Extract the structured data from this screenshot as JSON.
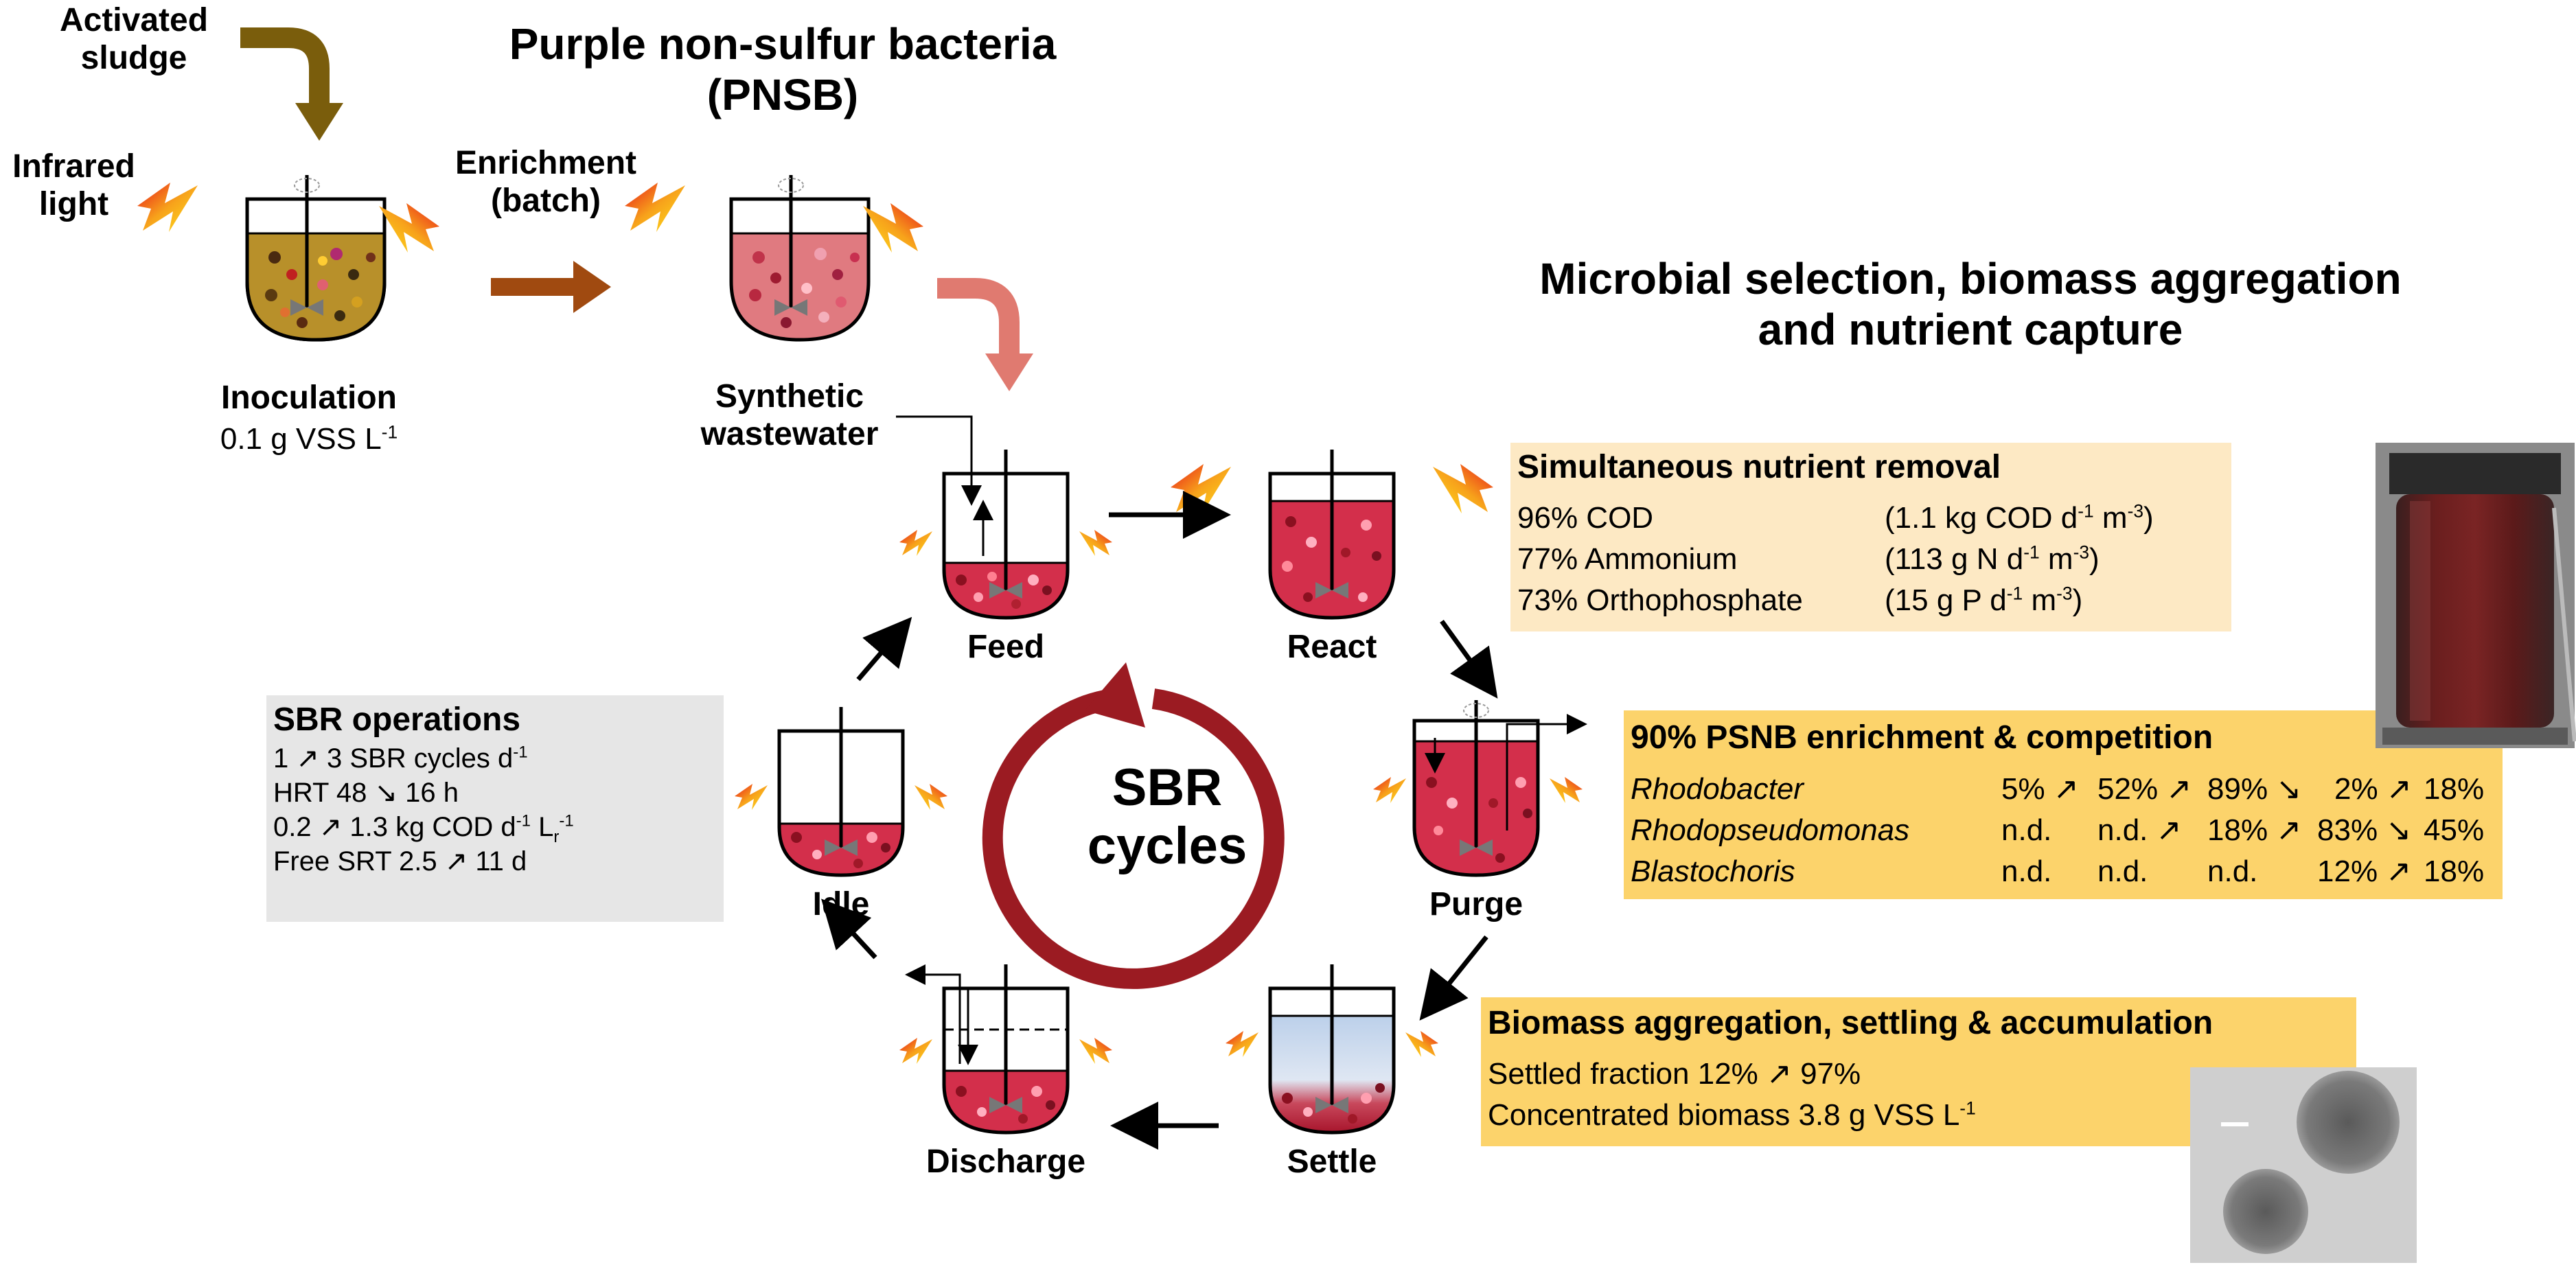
{
  "top": {
    "activated_sludge_1": "Activated",
    "activated_sludge_2": "sludge",
    "infrared_1": "Infrared",
    "infrared_2": "light",
    "pnsb_title_1": "Purple non-sulfur bacteria",
    "pnsb_title_2": "(PNSB)",
    "enrichment_1": "Enrichment",
    "enrichment_2": "(batch)",
    "inoculation": "Inoculation",
    "inoculation_conc_a": "0.1 g VSS L",
    "inoculation_conc_sup": "-1",
    "synthetic_1": "Synthetic",
    "synthetic_2": "wastewater"
  },
  "microbial_title_1": "Microbial selection, biomass aggregation",
  "microbial_title_2": "and nutrient capture",
  "cycle": {
    "center_1": "SBR",
    "center_2": "cycles",
    "stages": {
      "feed": "Feed",
      "react": "React",
      "purge": "Purge",
      "settle": "Settle",
      "discharge": "Discharge",
      "idle": "Idle"
    }
  },
  "sbr_operations": {
    "title": "SBR operations",
    "line1": "1 ↗ 3 SBR cycles d",
    "line1_sup": "-1",
    "line2": "HRT 48 ↘ 16 h",
    "line3_a": "0.2 ↗ 1.3 kg COD d",
    "line3_sup1": "-1",
    "line3_b": " L",
    "line3_sub": "r",
    "line3_sup2": "-1",
    "line4": "Free SRT 2.5 ↗ 11 d"
  },
  "nutrient_removal": {
    "title": "Simultaneous nutrient removal",
    "rows": [
      {
        "label": "96% COD",
        "rate_a": "(1.1 kg COD d",
        "sup1": "-1",
        "rate_b": " m",
        "sup2": "-3",
        "rate_c": ")"
      },
      {
        "label": "77% Ammonium",
        "rate_a": "(113 g N d",
        "sup1": "-1",
        "rate_b": " m",
        "sup2": "-3",
        "rate_c": ")"
      },
      {
        "label": "73% Orthophosphate",
        "rate_a": "(15 g P d",
        "sup1": "-1",
        "rate_b": " m",
        "sup2": "-3",
        "rate_c": ")"
      }
    ]
  },
  "enrichment_competition": {
    "title": "90% PSNB enrichment & competition",
    "rows": [
      {
        "genus": "Rhodobacter",
        "v1": "5% ↗",
        "v2": "52% ↗",
        "v3": "89% ↘",
        "v4": "2% ↗",
        "v5": "18%"
      },
      {
        "genus": "Rhodopseudomonas",
        "v1": "n.d.",
        "v2": "n.d. ↗",
        "v3": "18% ↗",
        "v4": "83% ↘",
        "v5": "45%"
      },
      {
        "genus": "Blastochoris",
        "v1": "n.d.",
        "v2": "n.d.",
        "v3": "n.d.",
        "v4": "12% ↗",
        "v5": "18%"
      }
    ]
  },
  "aggregation": {
    "title": "Biomass aggregation, settling & accumulation",
    "line1": "Settled fraction 12% ↗ 97%",
    "line2_a": "Concentrated biomass 3.8 g VSS L",
    "line2_sup": "-1"
  },
  "colors": {
    "sludge": "#b8902a",
    "pnsb_light": "#e07a80",
    "pnsb_red": "#d32f4b",
    "cycle_arrow": "#9b1b22",
    "brown_arrow": "#8a6a10",
    "orange_arrow": "#a04a10",
    "pink_arrow": "#e07a70",
    "box_yellow_light": "#fde9c4",
    "box_yellow": "#fcd36b",
    "box_gray": "#e6e6e6"
  },
  "icons": [
    "lightning-icon",
    "reactor-icon",
    "stirrer-icon",
    "microscope-image",
    "reactor-photo"
  ]
}
